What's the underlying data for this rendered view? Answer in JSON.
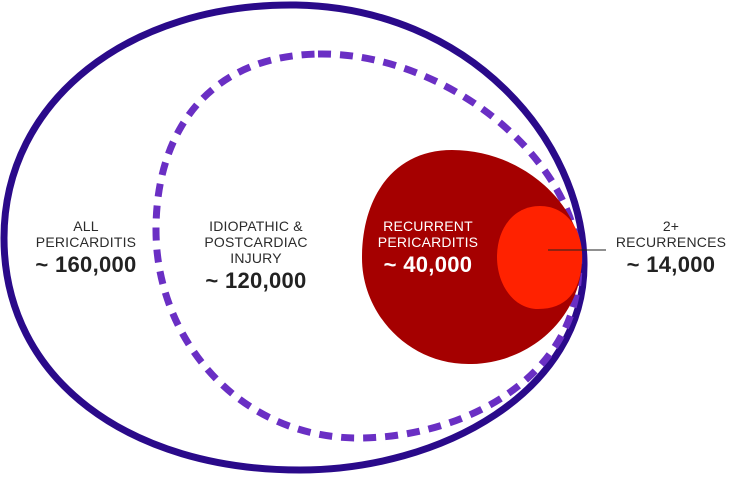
{
  "colors": {
    "outer_ring": "#2a0a8a",
    "dashed_ring": "#6a2fc4",
    "recurrent_fill": "#a50000",
    "two_plus_fill": "#ff2200",
    "text_dark": "#222222",
    "text_light": "#ffffff"
  },
  "labels": {
    "all": {
      "line1": "ALL",
      "line2": "PERICARDITIS",
      "value": "~ 160,000"
    },
    "idiopathic": {
      "line1": "IDIOPATHIC &",
      "line2": "POSTCARDIAC INJURY",
      "value": "~ 120,000"
    },
    "recurrent": {
      "line1": "RECURRENT",
      "line2": "PERICARDITIS",
      "value": "~ 40,000"
    },
    "two_plus": {
      "line1": "2+",
      "line2": "RECURRENCES",
      "value": "~ 14,000"
    }
  }
}
